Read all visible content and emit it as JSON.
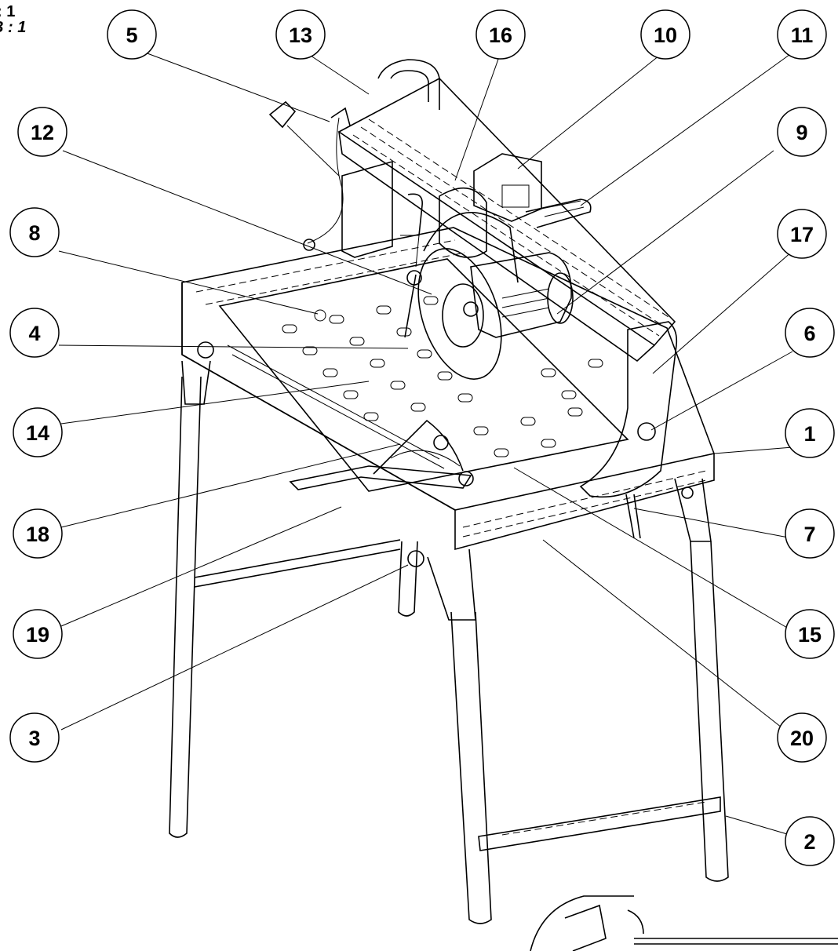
{
  "scale": {
    "line1": ": 1",
    "line2": "B : 1"
  },
  "callouts": [
    "5",
    "13",
    "16",
    "10",
    "11",
    "12",
    "9",
    "8",
    "17",
    "4",
    "6",
    "14",
    "1",
    "18",
    "7",
    "19",
    "15",
    "3",
    "20",
    "2"
  ]
}
